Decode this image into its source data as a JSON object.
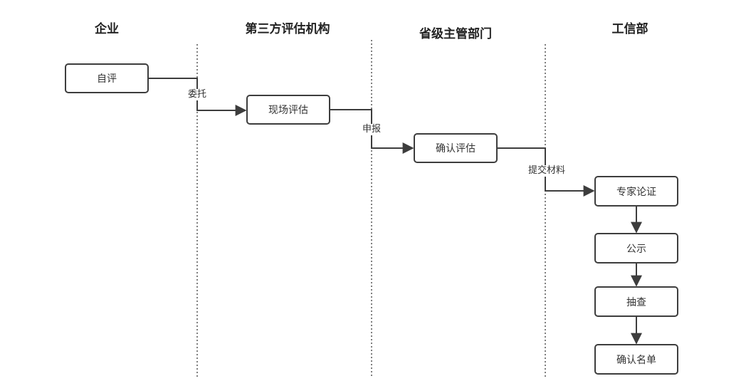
{
  "lanes": [
    "企业",
    "第三方评估机构",
    "省级主管部门",
    "工信部"
  ],
  "nodes": {
    "self_eval": "自评",
    "onsite_eval": "现场评估",
    "confirm_eval": "确认评估",
    "expert_review": "专家论证",
    "publicity": "公示",
    "spot_check": "抽查",
    "confirm_list": "确认名单"
  },
  "edge_labels": {
    "entrust": "委托",
    "declare": "申报",
    "submit_materials": "提交材料"
  },
  "colors": {
    "line": "#3d3d3d",
    "divider": "#555555",
    "text": "#333333"
  }
}
